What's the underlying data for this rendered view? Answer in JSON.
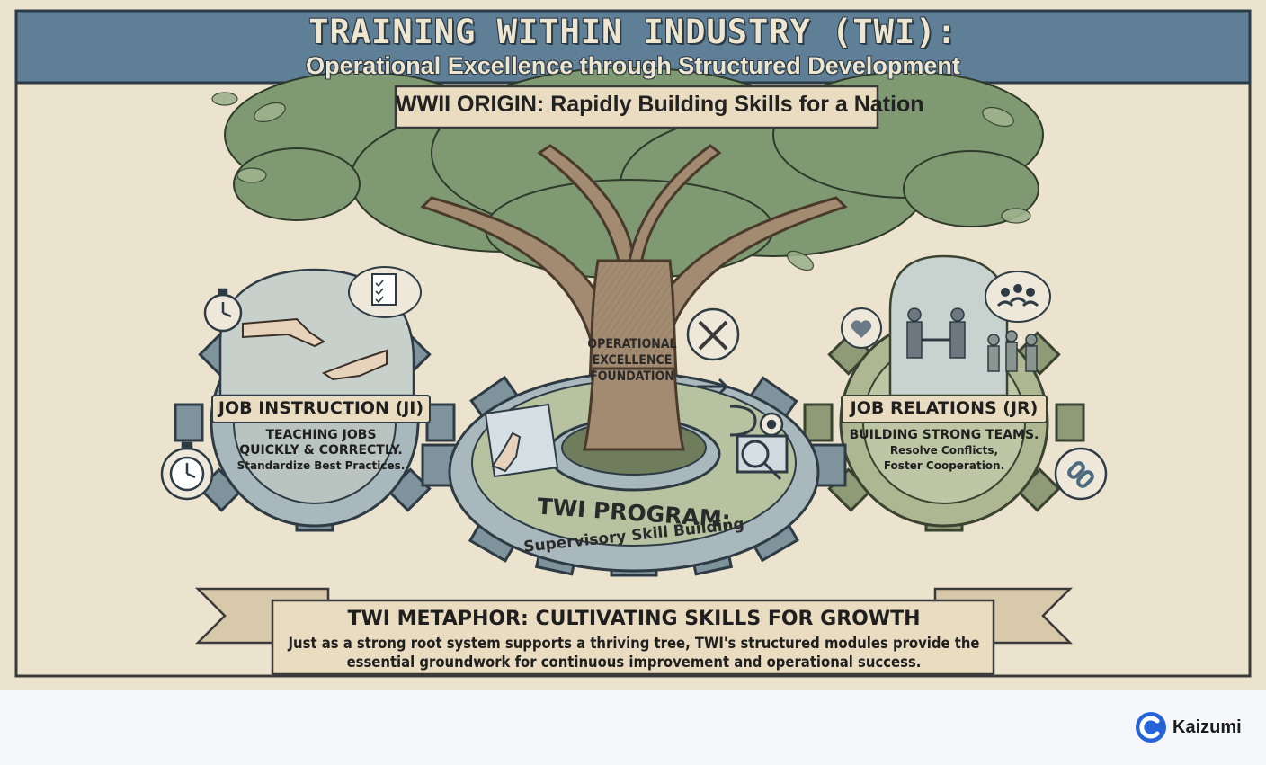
{
  "poster": {
    "title": "TRAINING WITHIN INDUSTRY (TWI):",
    "subtitle": "Operational Excellence through Structured Development",
    "origin_banner": "WWII ORIGIN: Rapidly Building Skills for a Nation",
    "trunk_label": [
      "OPERATIONAL",
      "EXCELLENCE",
      "FOUNDATION"
    ],
    "job_instruction": {
      "title": "JOB INSTRUCTION (JI)",
      "lines": [
        "TEACHING JOBS",
        "QUICKLY & CORRECTLY.",
        "Standardize Best Practices."
      ]
    },
    "job_relations": {
      "title": "JOB RELATIONS (JR)",
      "lines": [
        "BUILDING STRONG TEAMS.",
        "Resolve Conflicts,",
        "Foster Cooperation."
      ]
    },
    "program": {
      "title": "TWI PROGRAM:",
      "subtitle": "Supervisory Skill Building"
    },
    "metaphor": {
      "title": "TWI METAPHOR: CULTIVATING SKILLS FOR GROWTH",
      "body": "Just as a strong root system supports a thriving tree, TWI's structured modules provide the essential groundwork for continuous improvement and operational success."
    }
  },
  "brand": {
    "name": "Kaizumi",
    "color": "#2563d9"
  },
  "colors": {
    "header_band": "#5f7f96",
    "parchment": "#ece3cf",
    "gear_blue": "#8fa3ad",
    "gear_green": "#9fab86",
    "trunk": "#a28b70",
    "foliage": "#7f9a72"
  }
}
